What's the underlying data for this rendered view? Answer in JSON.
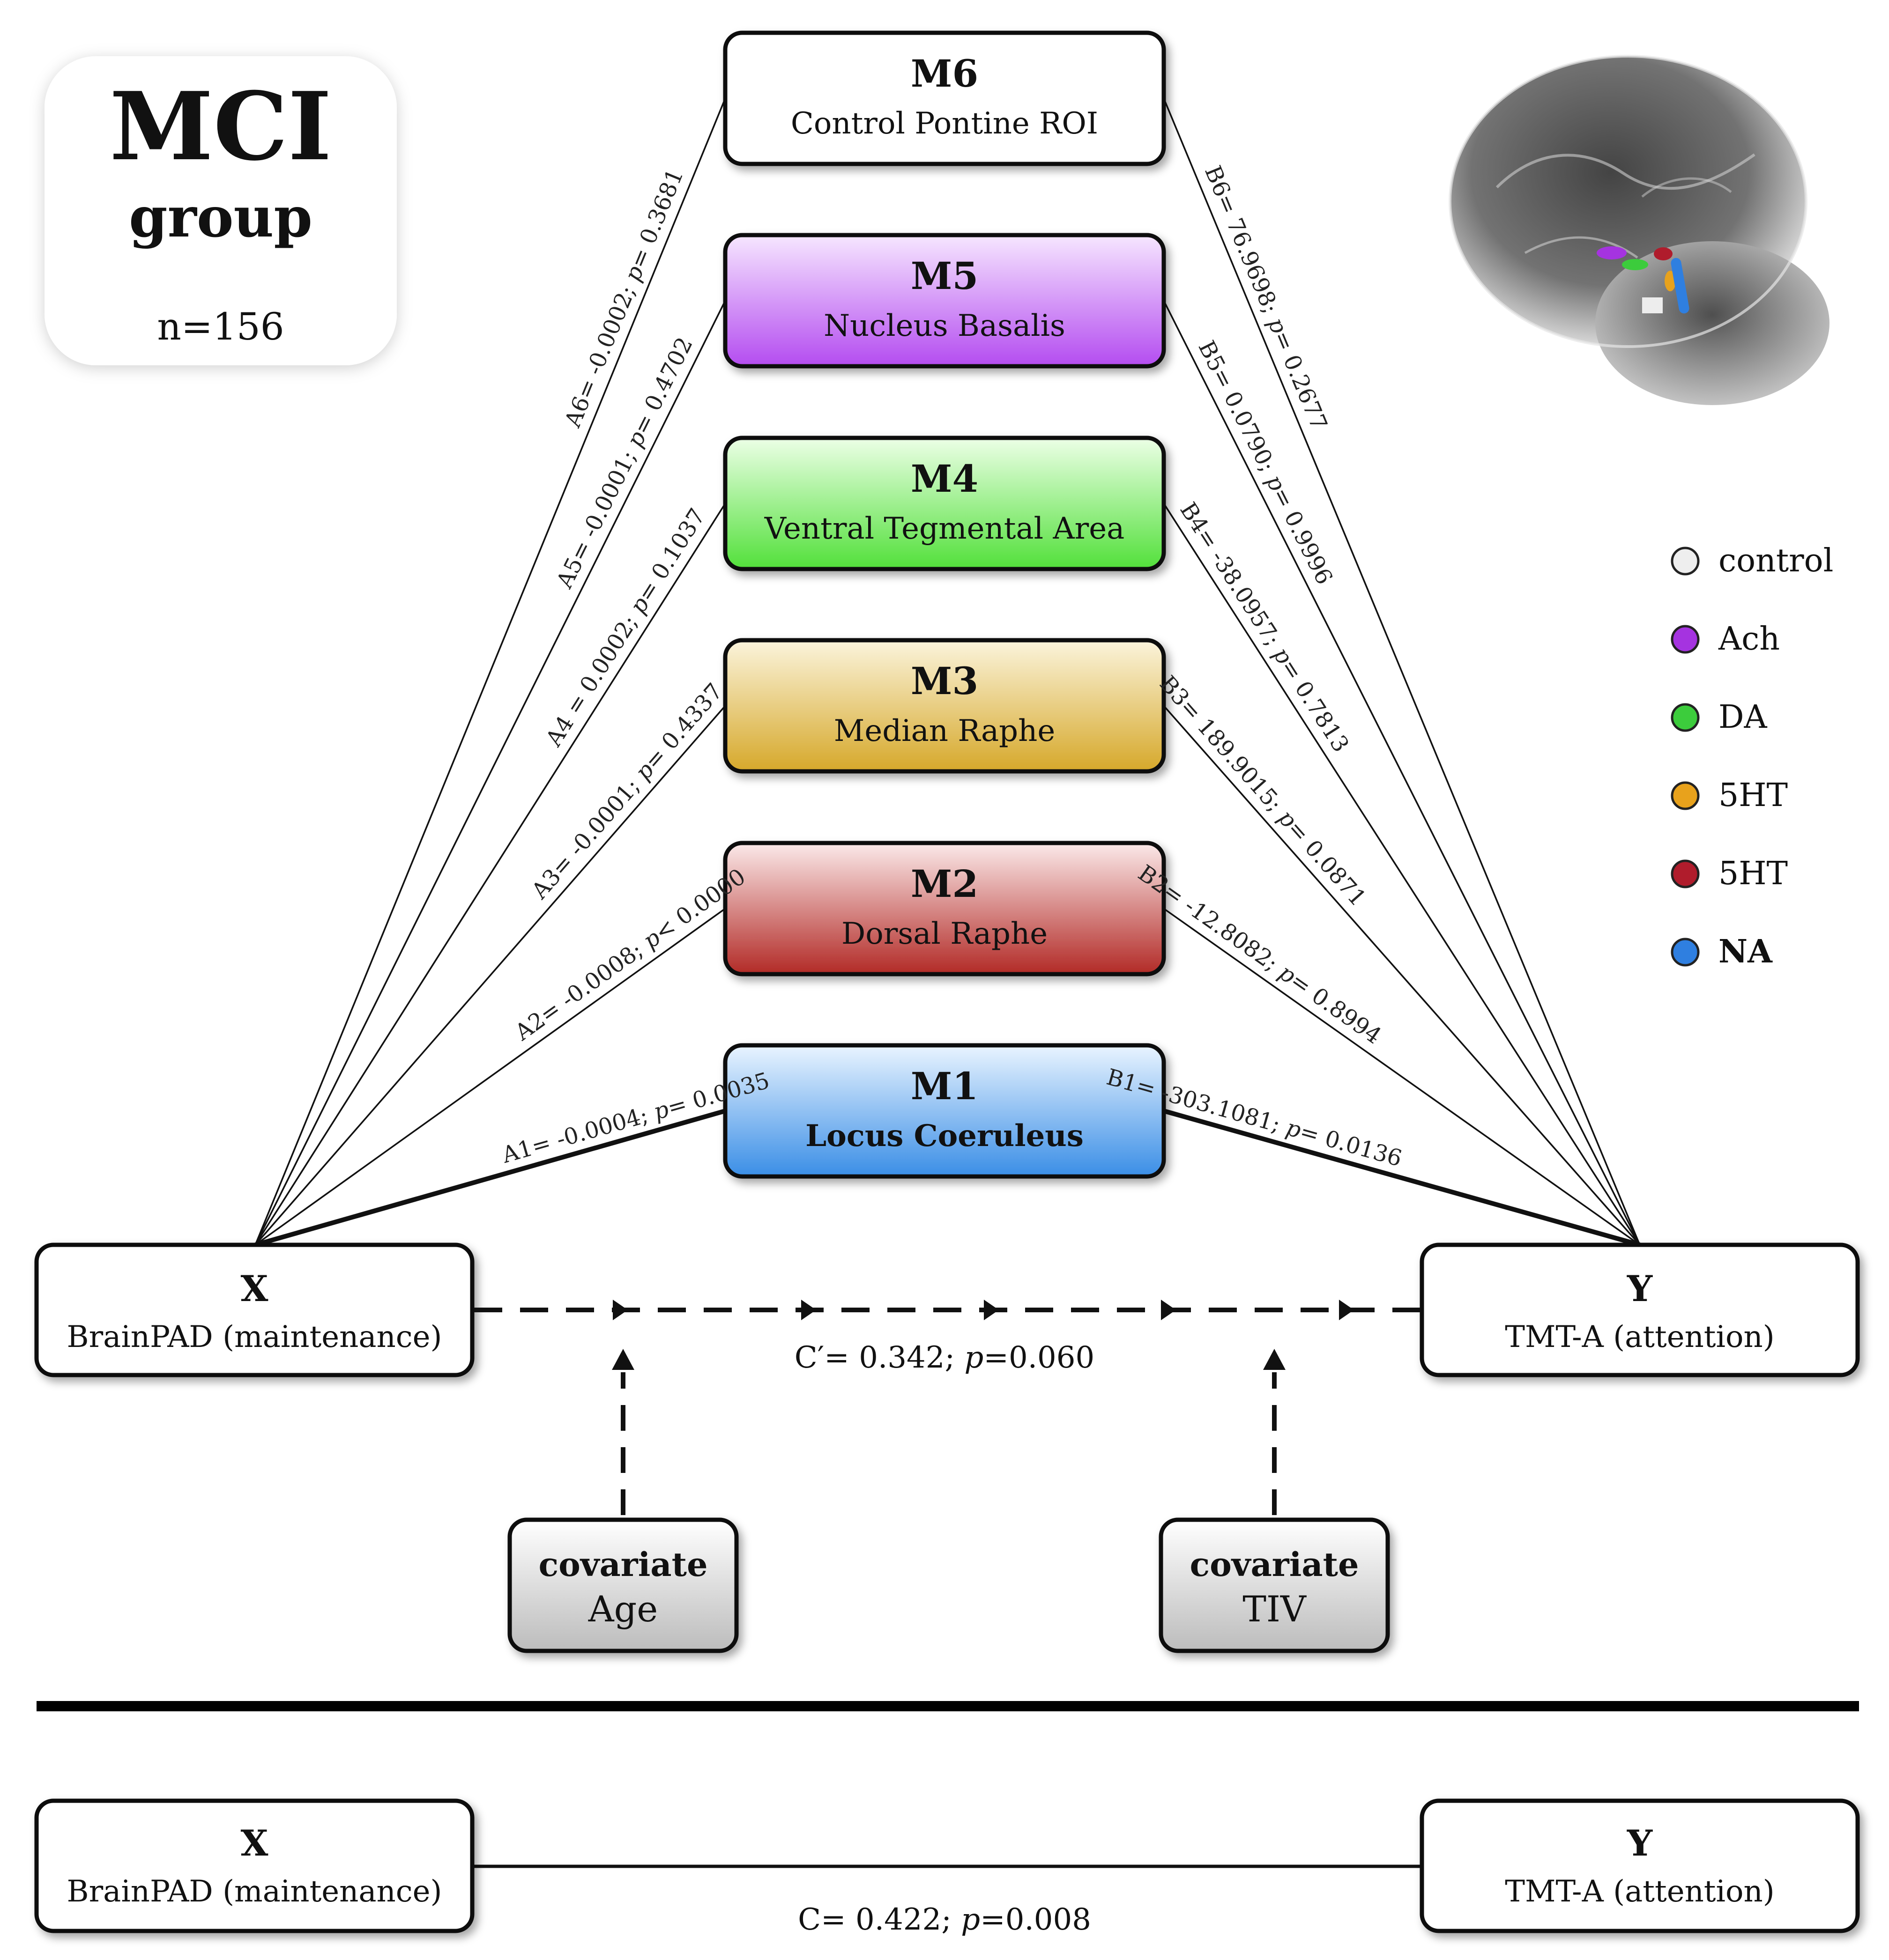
{
  "group_badge": {
    "title": "MCI",
    "subtitle": "group",
    "n": "n=156"
  },
  "mediators": [
    {
      "id": "M6",
      "name": "Control Pontine ROI",
      "bold_name": false,
      "color_top": "#ffffff",
      "color_bottom": "#ffffff"
    },
    {
      "id": "M5",
      "name": "Nucleus Basalis",
      "bold_name": false,
      "color_top": "#f6e6ff",
      "color_bottom": "#b44cf0"
    },
    {
      "id": "M4",
      "name": "Ventral Tegmental Area",
      "bold_name": false,
      "color_top": "#ecffe6",
      "color_bottom": "#52e03a"
    },
    {
      "id": "M3",
      "name": "Median Raphe",
      "bold_name": false,
      "color_top": "#fbf4dc",
      "color_bottom": "#d6a82a"
    },
    {
      "id": "M2",
      "name": "Dorsal Raphe",
      "bold_name": false,
      "color_top": "#fbe9e9",
      "color_bottom": "#b22a26"
    },
    {
      "id": "M1",
      "name": "Locus Coeruleus",
      "bold_name": true,
      "color_top": "#e9f4ff",
      "color_bottom": "#3a8ee6"
    }
  ],
  "a_paths": [
    {
      "coef": "A6= -0.0002; ",
      "p": "p",
      "pval": "= 0.3681"
    },
    {
      "coef": "A5= -0.0001; ",
      "p": "p",
      "pval": "= 0.4702"
    },
    {
      "coef": "A4 = 0.0002; ",
      "p": "p",
      "pval": "= 0.1037"
    },
    {
      "coef": "A3= -0.0001; ",
      "p": "p",
      "pval": "= 0.4337"
    },
    {
      "coef": "A2= -0.0008; ",
      "p": "p",
      "pval": "< 0.0000"
    },
    {
      "coef": "A1= -0.0004; ",
      "p": "p",
      "pval": "= 0.0035"
    }
  ],
  "b_paths": [
    {
      "coef": "B6= 76.9698; ",
      "p": "p",
      "pval": "= 0.2677"
    },
    {
      "coef": "B5= 0.0790; ",
      "p": "p",
      "pval": "= 0.9996"
    },
    {
      "coef": "B4= -38.0957; ",
      "p": "p",
      "pval": "= 0.7813"
    },
    {
      "coef": "B3= 189.9015; ",
      "p": "p",
      "pval": "= 0.0871"
    },
    {
      "coef": "B2= -12.8082; ",
      "p": "p",
      "pval": "= 0.8994"
    },
    {
      "coef": "B1= -303.1081; ",
      "p": "p",
      "pval": "= 0.0136"
    }
  ],
  "x_node": {
    "label": "X",
    "name": "BrainPAD (maintenance)"
  },
  "y_node": {
    "label": "Y",
    "name": "TMT-A (attention)"
  },
  "direct_effect": {
    "coef": "C′= 0.342;  ",
    "p": "p",
    "pval": "=0.060"
  },
  "covariates": [
    {
      "title": "covariate",
      "name": "Age"
    },
    {
      "title": "covariate",
      "name": "TIV"
    }
  ],
  "total_effect": {
    "x_label": "X",
    "x_name": "BrainPAD (maintenance)",
    "y_label": "Y",
    "y_name": "TMT-A (attention)",
    "coef": "C= 0.422; ",
    "p": "p",
    "pval": "=0.008"
  },
  "legend": [
    {
      "label": "control",
      "color": "#eeeeee",
      "bold": false
    },
    {
      "label": "Ach",
      "color": "#a533e0",
      "bold": false
    },
    {
      "label": "DA",
      "color": "#3ccc3c",
      "bold": false
    },
    {
      "label": "5HT",
      "color": "#e8a21c",
      "bold": false
    },
    {
      "label": "5HT",
      "color": "#b01c2c",
      "bold": false
    },
    {
      "label": "NA",
      "color": "#2f7fe0",
      "bold": true
    }
  ]
}
